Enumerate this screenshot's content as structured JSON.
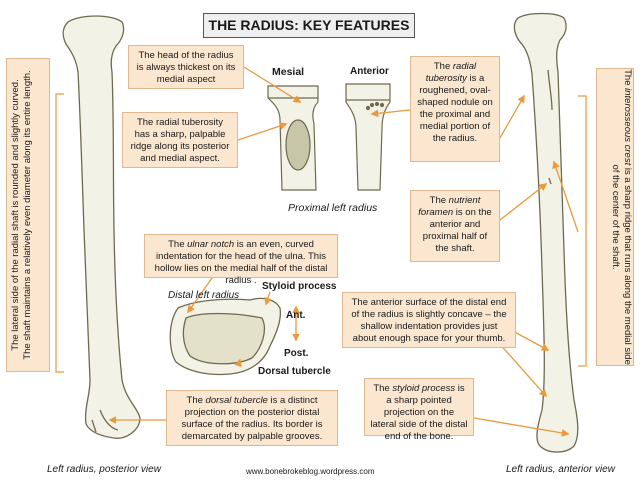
{
  "title": "THE RADIUS: KEY FEATURES",
  "left_vertical": {
    "line1": "The lateral side of the radial shaft is rounded and slightly curved.",
    "line2": "The shaft maintains a relatively even diameter along its entire length."
  },
  "right_vertical": {
    "pre": "The ",
    "em": "interosseous crest",
    "post": " is a sharp ridge that runs along the medial side of the center of the shaft."
  },
  "boxes": {
    "head": "The head of the radius is always thickest on its medial aspect",
    "tuberosity_ridge": "The radial tuberosity has a sharp, palpable ridge along its posterior and medial aspect.",
    "radial_tuberosity": {
      "pre": "The ",
      "em": "radial tuberosity",
      "post": " is a roughened, oval-shaped nodule on the proximal and medial portion of the radius."
    },
    "nutrient": {
      "pre": "The ",
      "em": "nutrient foramen",
      "post": " is on the anterior and proximal half of the shaft."
    },
    "ulnar_notch": {
      "pre": "The ",
      "em": "ulnar notch",
      "post": " is an even, curved indentation for the head of the ulna. This hollow lies on the medial half of the distal radius ."
    },
    "anterior_surface": "The anterior surface of the distal end of the radius is slightly concave – the shallow indentation provides just about enough space for your thumb.",
    "dorsal_tubercle": {
      "pre": "The ",
      "em": "dorsal tubercle",
      "post": " is a distinct projection on the posterior distal surface of the radius. Its border is demarcated by palpable grooves."
    },
    "styloid": {
      "pre": "The ",
      "em": "styloid process",
      "post": " is a sharp pointed projection on the lateral side of the distal end of the bone."
    }
  },
  "labels": {
    "mesial": "Mesial",
    "anterior": "Anterior",
    "proximal_caption": "Proximal left radius",
    "distal_caption": "Distal left radius",
    "styloid_process": "Styloid process",
    "ant": "Ant.",
    "post": "Post.",
    "dorsal_tubercle": "Dorsal tubercle",
    "left_posterior": "Left radius, posterior view",
    "left_anterior": "Left radius, anterior view",
    "website": "www.bonebrokeblog.wordpress.com"
  },
  "colors": {
    "box_fill": "#fbe6cf",
    "arrow": "#e89a3c",
    "bone_outline": "#6e6a4e",
    "bone_fill": "#f3f2e6"
  }
}
